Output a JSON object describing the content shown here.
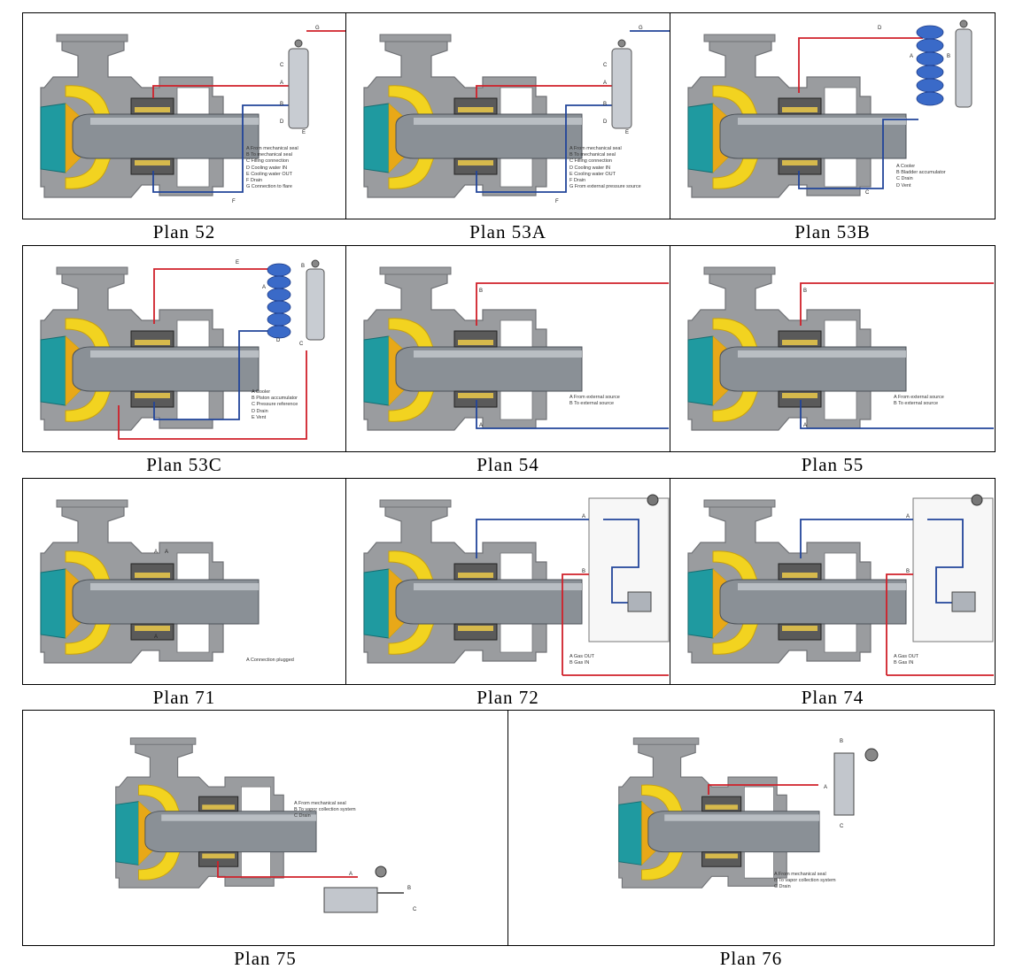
{
  "panels": [
    {
      "caption": "Plan 52",
      "variant": "52",
      "legend": [
        "A  From mechanical seal",
        "B  To mechanical seal",
        "C  Filling connection",
        "D  Cooling water IN",
        "E  Cooling water OUT",
        "F  Drain",
        "G  Connection to flare"
      ],
      "letters": [
        "A",
        "B",
        "C",
        "D",
        "E",
        "F",
        "G"
      ]
    },
    {
      "caption": "Plan 53A",
      "variant": "53A",
      "legend": [
        "A  From mechanical seal",
        "B  To mechanical seal",
        "C  Filling connection",
        "D  Cooling water IN",
        "E  Cooling water OUT",
        "F  Drain",
        "G  From external pressure source"
      ],
      "letters": [
        "A",
        "B",
        "C",
        "D",
        "E",
        "F",
        "G"
      ]
    },
    {
      "caption": "Plan 53B",
      "variant": "53B",
      "legend": [
        "A  Cooler",
        "B  Bladder accumulator",
        "C  Drain",
        "D  Vent"
      ],
      "letters": [
        "A",
        "B",
        "C",
        "D"
      ]
    },
    {
      "caption": "Plan 53C",
      "variant": "53C",
      "legend": [
        "A  Cooler",
        "B  Piston accumulator",
        "C  Pressure reference",
        "D  Drain",
        "E  Vent"
      ],
      "letters": [
        "A",
        "B",
        "C",
        "D",
        "E"
      ]
    },
    {
      "caption": "Plan 54",
      "variant": "54",
      "legend": [
        "A  From external source",
        "B  To external source"
      ],
      "letters": [
        "A",
        "B"
      ]
    },
    {
      "caption": "Plan 55",
      "variant": "55",
      "legend": [
        "A  From external source",
        "B  To external source"
      ],
      "letters": [
        "A",
        "B"
      ]
    },
    {
      "caption": "Plan 71",
      "variant": "71",
      "legend": [
        "A  Connection plugged"
      ],
      "letters": [
        "A",
        "A",
        "A"
      ]
    },
    {
      "caption": "Plan 72",
      "variant": "72",
      "legend": [
        "A  Gas OUT",
        "B  Gas IN"
      ],
      "letters": [
        "A",
        "B"
      ]
    },
    {
      "caption": "Plan 74",
      "variant": "74",
      "legend": [
        "A  Gas OUT",
        "B  Gas IN"
      ],
      "letters": [
        "A",
        "B"
      ]
    },
    {
      "caption": "Plan 75",
      "variant": "75",
      "legend": [
        "A  From mechanical seal",
        "B  To vapor collection system",
        "C  Drain"
      ],
      "letters": [
        "A",
        "B",
        "C"
      ]
    },
    {
      "caption": "Plan 76",
      "variant": "76",
      "legend": [
        "A  From mechanical seal",
        "B  To vapor collection system",
        "C  Drain"
      ],
      "letters": [
        "A",
        "B",
        "C"
      ]
    }
  ],
  "colors": {
    "casing": "#9a9c9f",
    "casing_dark": "#707276",
    "impeller": "#f2d320",
    "impeller_dark": "#c9a20e",
    "inlet": "#1f9aa0",
    "shaft": "#8a9096",
    "seal": "#5a5a5a",
    "red_line": "#d0202a",
    "blue_line": "#22459a",
    "cooler": "#3a6ac8"
  }
}
